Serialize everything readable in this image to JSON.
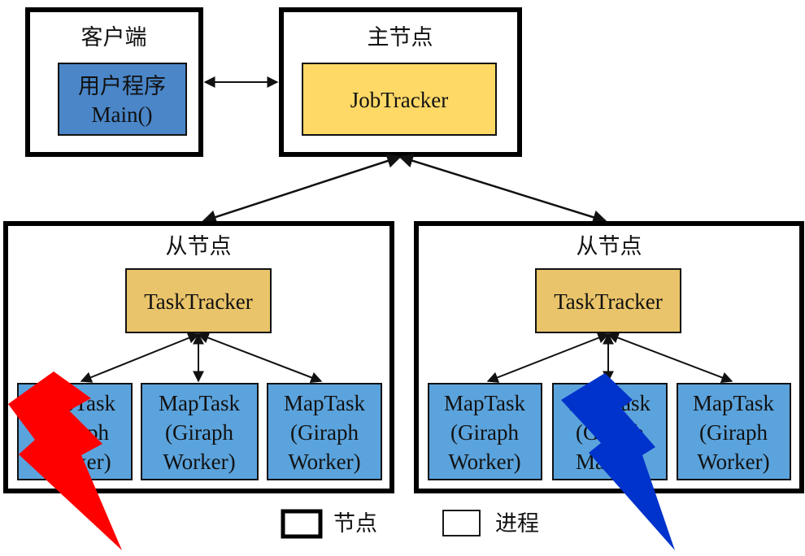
{
  "client_node": {
    "title": "客户端",
    "program_line1": "用户程序",
    "program_line2": "Main()"
  },
  "master_node": {
    "title": "主节点",
    "job_tracker": "JobTracker"
  },
  "slave_left": {
    "title": "从节点",
    "task_tracker": "TaskTracker",
    "tasks": [
      {
        "line1": "MapTask",
        "line2": "(Giraph",
        "line3": "Worker)"
      },
      {
        "line1": "MapTask",
        "line2": "(Giraph",
        "line3": "Worker)"
      },
      {
        "line1": "MapTask",
        "line2": "(Giraph",
        "line3": "Worker)"
      }
    ]
  },
  "slave_right": {
    "title": "从节点",
    "task_tracker": "TaskTracker",
    "tasks": [
      {
        "line1": "MapTask",
        "line2": "(Giraph",
        "line3": "Worker)"
      },
      {
        "line1": "MapTask",
        "line2": "(Giraph",
        "line3": "Master)"
      },
      {
        "line1": "MapTask",
        "line2": "(Giraph",
        "line3": "Worker)"
      }
    ]
  },
  "legend": {
    "node_label": "节点",
    "process_label": "进程"
  },
  "colors": {
    "program_fill": "#4A86C8",
    "job_tracker_fill": "#FFD966",
    "task_tracker_fill": "#E9C46A",
    "map_task_fill": "#5BA3DC",
    "failure_left": "#FF0000",
    "failure_right": "#0033CC"
  }
}
